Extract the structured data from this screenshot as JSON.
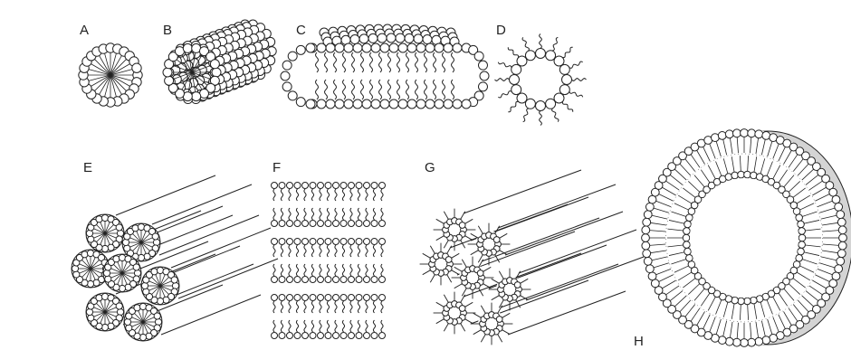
{
  "labels": {
    "a": "A",
    "b": "B",
    "c": "C",
    "d": "D",
    "e": "E",
    "f": "F",
    "g": "G",
    "h": "H"
  },
  "colors": {
    "ink": "#222222",
    "bead_fill": "#ffffff",
    "shadow": "#d4d4d4"
  }
}
